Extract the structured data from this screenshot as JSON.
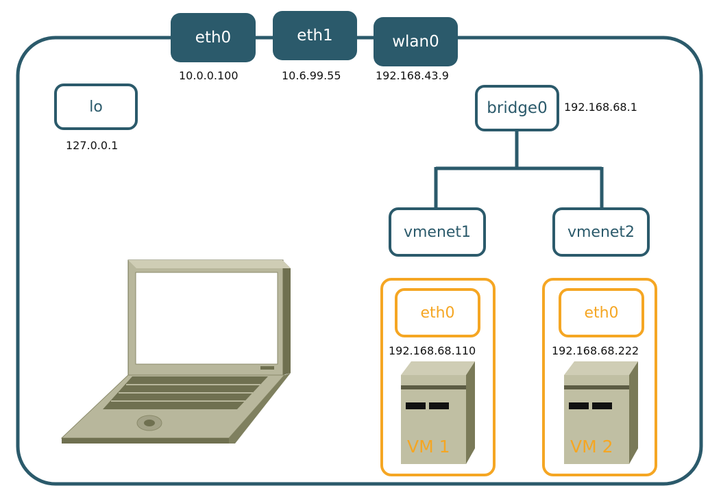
{
  "interfaces": {
    "eth0": {
      "label": "eth0",
      "ip": "10.0.0.100"
    },
    "eth1": {
      "label": "eth1",
      "ip": "10.6.99.55"
    },
    "wlan0": {
      "label": "wlan0",
      "ip": "192.168.43.9"
    },
    "lo": {
      "label": "lo",
      "ip": "127.0.0.1"
    },
    "bridge0": {
      "label": "bridge0",
      "ip": "192.168.68.1"
    },
    "vmenet1": {
      "label": "vmenet1"
    },
    "vmenet2": {
      "label": "vmenet2"
    }
  },
  "vms": [
    {
      "iface_label": "eth0",
      "ip": "192.168.68.110",
      "name": "VM 1"
    },
    {
      "iface_label": "eth0",
      "ip": "192.168.68.222",
      "name": "VM 2"
    }
  ],
  "colors": {
    "primary": "#2b5a6b",
    "vm_accent": "#f5a623",
    "device_body": "#b8b79c",
    "device_dark": "#6f7050"
  }
}
